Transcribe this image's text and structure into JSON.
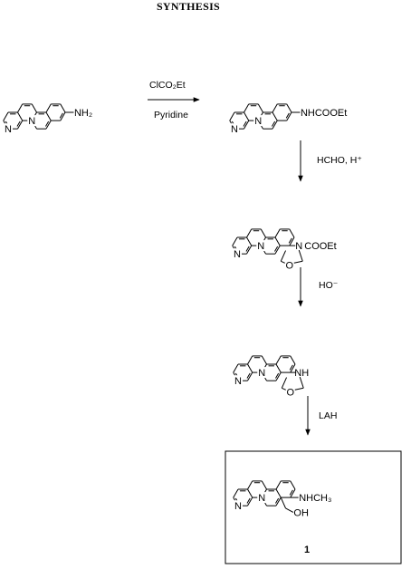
{
  "title": "SYNTHESIS",
  "compounds": {
    "c0": {
      "substituent": "NH₂"
    },
    "c1": {
      "substituent": "NHCOOEt"
    },
    "c2": {
      "ring_n": "N",
      "ring_o": "O",
      "ring_sub": "COOEt"
    },
    "c3": {
      "ring_nh": "NH",
      "ring_o": "O"
    },
    "final": {
      "amine": "NHCH₃",
      "alcohol": "OH",
      "number": "1"
    }
  },
  "heteroatoms": {
    "pyridine_n": "N",
    "acridine_n": "N"
  },
  "steps": [
    {
      "reagent": "ClCO₂Et",
      "condition": "Pyridine"
    },
    {
      "reagent": "HCHO, H⁺"
    },
    {
      "reagent": "HO⁻"
    },
    {
      "reagent": "LAH"
    }
  ],
  "colors": {
    "ink": "#000000",
    "background": "#ffffff"
  }
}
